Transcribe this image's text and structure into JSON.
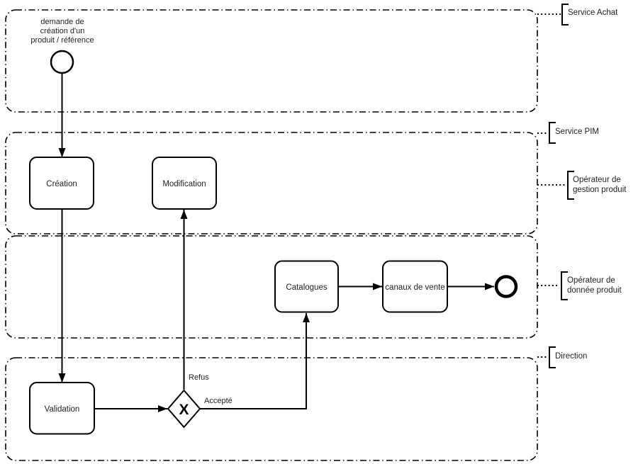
{
  "colors": {
    "background": "#ffffff",
    "stroke": "#000000",
    "text": "#1f1f1f"
  },
  "lanes": {
    "service_achat": {
      "label": "Service Achat"
    },
    "service_pim": {
      "label": "Service PIM"
    },
    "operateur_gestion": {
      "line1": "Opérateur de",
      "line2": "gestion produit"
    },
    "operateur_donnee": {
      "line1": "Opérateur de",
      "line2": "donnée produit"
    },
    "direction": {
      "label": "Direction"
    }
  },
  "nodes": {
    "start_event": {
      "line1": "demande de",
      "line2": "création d'un",
      "line3": "produit / référence"
    },
    "creation": {
      "label": "Création"
    },
    "modification": {
      "label": "Modification"
    },
    "catalogues": {
      "label": "Catalogues"
    },
    "canaux_de_vente": {
      "label": "canaux de vente"
    },
    "validation": {
      "label": "Validation"
    },
    "gateway": {
      "label": "X"
    }
  },
  "edges": {
    "refus": {
      "label": "Refus"
    },
    "accepte": {
      "label": "Accepté"
    }
  }
}
